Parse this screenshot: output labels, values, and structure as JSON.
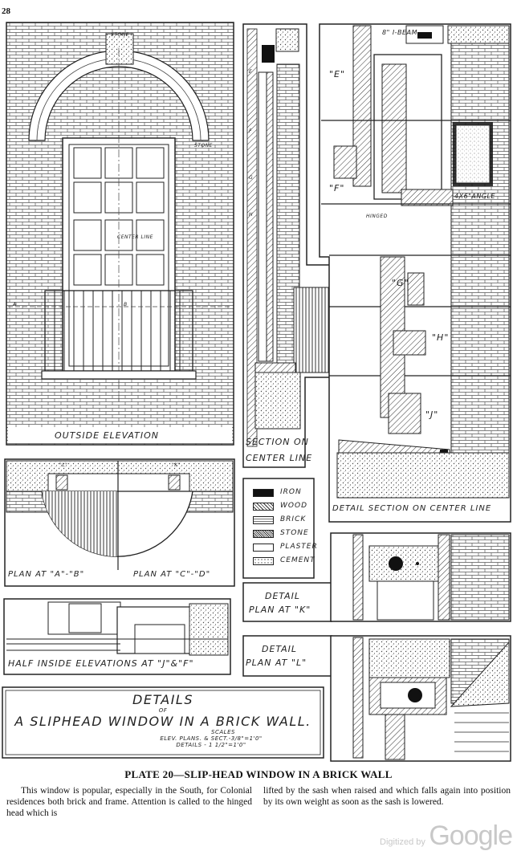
{
  "page": {
    "number": "28"
  },
  "plate": {
    "title": "PLATE 20—SLIP-HEAD WINDOW IN A BRICK WALL",
    "body_left": "This window is popular, especially in the South, for Colonial residences both brick and frame. Attention is called to the hinged head which is",
    "body_right": "lifted by the sash when raised and which falls again into position by its own weight as soon as the sash is lowered."
  },
  "drawing": {
    "outside_elevation": {
      "caption": "OUTSIDE ELEVATION",
      "stone_label_top": "STONE",
      "stone_label_side": "STONE",
      "center_line": "CENTER LINE",
      "mark_a": "A",
      "mark_b": "B"
    },
    "section": {
      "caption_1": "SECTION ON",
      "caption_2": "CENTER LINE",
      "mark_e": "E",
      "mark_f": "F",
      "mark_g": "G",
      "mark_h": "H"
    },
    "detail_section": {
      "caption": "DETAIL SECTION ON CENTER LINE",
      "beam": "8\" I-BEAM",
      "angle": "4x6\"ANGLE",
      "hinged": "HINGED",
      "mark_e": "\"E\"",
      "mark_f": "\"F\"",
      "mark_g": "\"G\"",
      "mark_h": "\"H\"",
      "mark_j": "\"J\""
    },
    "plan": {
      "caption_left": "PLAN AT \"A\"-\"B\"",
      "caption_right": "PLAN AT \"C\"-\"D\"",
      "mark_l": "\"L\"",
      "mark_k": "\"K\""
    },
    "legend": [
      {
        "label": "IRON",
        "pattern": "iron"
      },
      {
        "label": "WOOD",
        "pattern": "wood"
      },
      {
        "label": "BRICK",
        "pattern": "brick"
      },
      {
        "label": "STONE",
        "pattern": "stone"
      },
      {
        "label": "PLASTER",
        "pattern": "plaster"
      },
      {
        "label": "CEMENT",
        "pattern": "cement"
      }
    ],
    "half_inside": {
      "caption": "HALF INSIDE ELEVATIONS AT \"J\"&\"F\""
    },
    "detail_k": {
      "caption_1": "DETAIL",
      "caption_2": "PLAN AT \"K\""
    },
    "detail_l": {
      "caption_1": "DETAIL",
      "caption_2": "PLAN AT \"L\""
    },
    "title_block": {
      "line_1": "DETAILS",
      "line_2": "OF",
      "line_3": "A SLIPHEAD WINDOW IN A BRICK WALL.",
      "scales": "SCALES",
      "scale_1": "ELEV. PLANS. & SECT.-3/8\"=1'0\"",
      "scale_2": "DETAILS - 1 1/2\"=1'0\""
    }
  },
  "watermark": {
    "prefix": "Digitized by",
    "brand": "Google"
  }
}
